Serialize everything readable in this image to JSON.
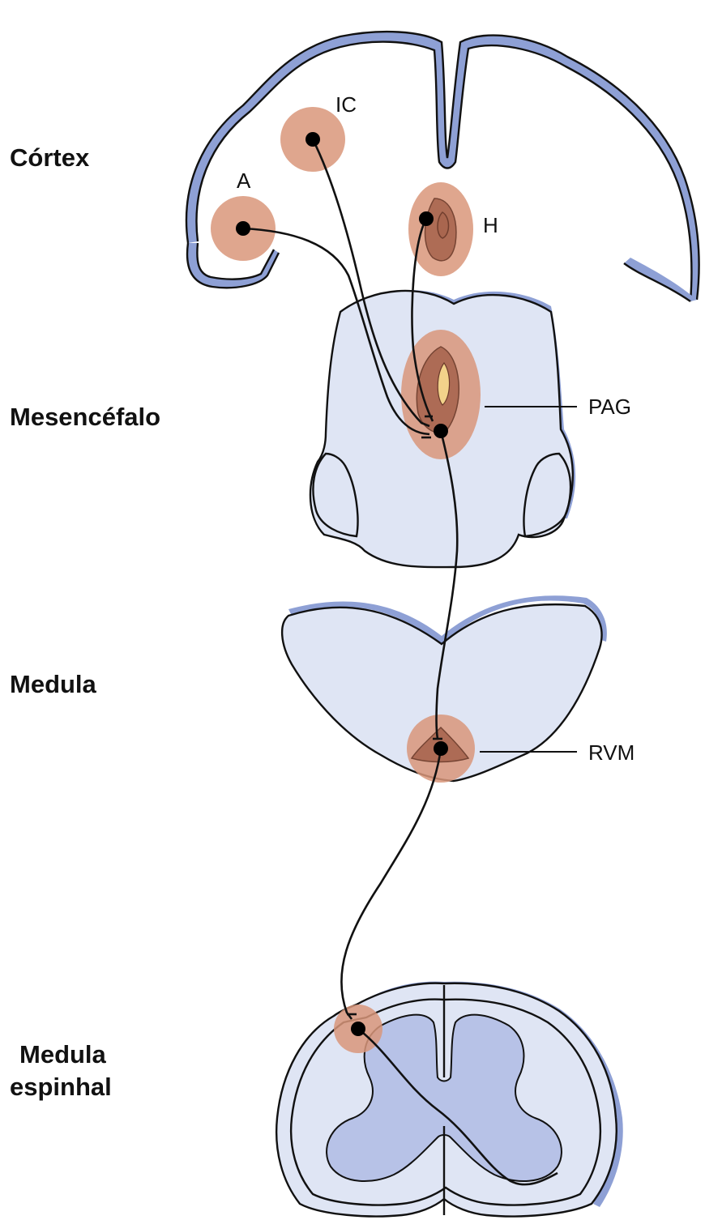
{
  "levels": {
    "cortex": "Córtex",
    "midbrain": "Mesencéfalo",
    "medulla": "Medula",
    "spinal_line1": "Medula",
    "spinal_line2": "espinhal"
  },
  "regions": {
    "a": "A",
    "ic": "IC",
    "h": "H",
    "pag": "PAG",
    "rvm": "RVM"
  },
  "colors": {
    "tissue": "#dfe5f4",
    "tissue_shadow": "#8ea0d5",
    "gray_matter": "#b7c2e7",
    "nucleus_halo": "#d9977a",
    "nucleus_core": "#a9664f",
    "axon": "#111111"
  }
}
